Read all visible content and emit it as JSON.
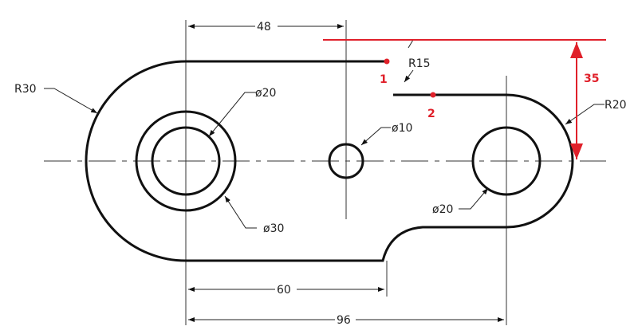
{
  "dimensions": {
    "d48": "48",
    "d60": "60",
    "d96": "96",
    "d35": "35",
    "r30": "R30",
    "r20": "R20",
    "r15": "R15",
    "dia20_left": "ø20",
    "dia30": "ø30",
    "dia10": "ø10",
    "dia20_right": "ø20"
  },
  "points": {
    "p1": "1",
    "p2": "2"
  },
  "colors": {
    "outline": "#111111",
    "annotation": "#e0202a"
  }
}
